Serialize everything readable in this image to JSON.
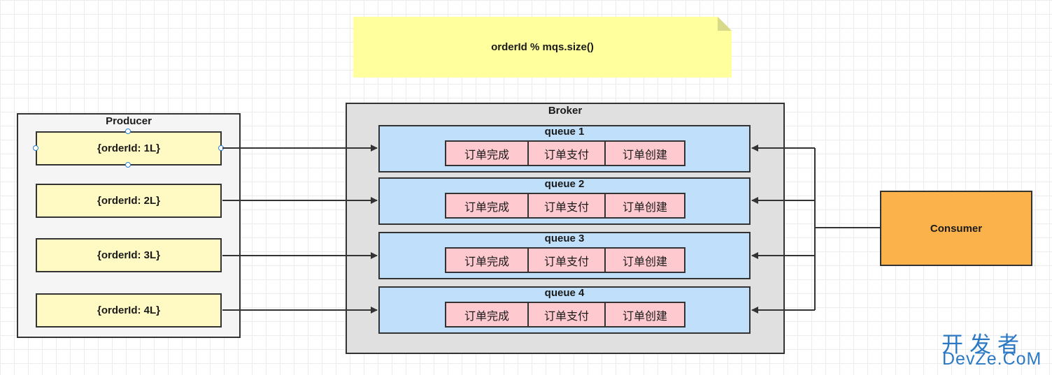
{
  "note": {
    "text": "orderId % mqs.size()"
  },
  "producer": {
    "title": "Producer",
    "orders": [
      "{orderId: 1L}",
      "{orderId: 2L}",
      "{orderId: 3L}",
      "{orderId: 4L}"
    ]
  },
  "broker": {
    "title": "Broker",
    "queues": [
      {
        "title": "queue 1",
        "messages": [
          "订单完成",
          "订单支付",
          "订单创建"
        ]
      },
      {
        "title": "queue 2",
        "messages": [
          "订单完成",
          "订单支付",
          "订单创建"
        ]
      },
      {
        "title": "queue 3",
        "messages": [
          "订单完成",
          "订单支付",
          "订单创建"
        ]
      },
      {
        "title": "queue 4",
        "messages": [
          "订单完成",
          "订单支付",
          "订单创建"
        ]
      }
    ]
  },
  "consumer": {
    "label": "Consumer"
  },
  "watermark": {
    "line1": "开发者",
    "line2": "DevZe.CoM"
  },
  "colors": {
    "note": "#ffff9e",
    "producer_bg": "#f5f5f5",
    "order_box": "#fff9c4",
    "broker_bg": "#e0e0e0",
    "queue_box": "#bfdffb",
    "message_cell": "#ffc9d0",
    "consumer": "#fcb24b",
    "watermark": "#2b79c4"
  }
}
